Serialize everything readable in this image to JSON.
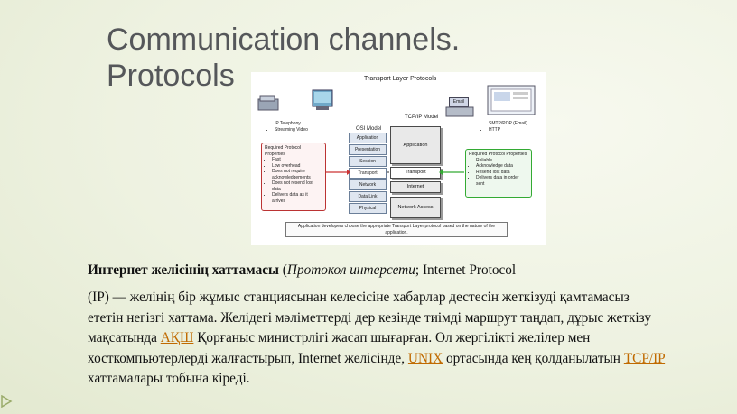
{
  "title": {
    "line1": "Communication channels.",
    "line2": "Protocols"
  },
  "diagram": {
    "title": "Transport Layer Protocols",
    "tcpip_title": "TCP/IP Model",
    "osi_title": "OSI Model",
    "osi_layers": [
      "Application",
      "Presentation",
      "Session",
      "Transport",
      "Network",
      "Data Link",
      "Physical"
    ],
    "tcpip_layers": [
      "Application",
      "Transport",
      "Internet",
      "Network Access"
    ],
    "left_apps": [
      "IP Telephony",
      "Streaming Video"
    ],
    "right_apps": [
      "SMTP/POP (Email)",
      "HTTP"
    ],
    "email_label": "Email",
    "left_box_title": "Required Protocol Properties",
    "left_box_items": [
      "Fast",
      "Low overhead",
      "Does not require acknowledgements",
      "Does not resend lost data",
      "Delivers data as it arrives"
    ],
    "right_box_title": "Required Protocol Properties",
    "right_box_items": [
      "Reliable",
      "Acknowledge data",
      "Resend lost data",
      "Delivers data in order sent"
    ],
    "note": "Application developers choose the appropriate Transport Layer protocol based on the nature of the application."
  },
  "body": {
    "p1_bold": "Интернет желісінің хаттамасы",
    "p1_open": " (",
    "p1_italic": "Протокол интерсети",
    "p1_rest": "; Internet Protocol",
    "p2_part1": "(IP) — желінің бір жұмыс станциясынан келесісіне хабарлар дестесін жеткізуді қамтамасыз ететін негізгі хаттама. Желідегі мәліметтерді дер кезінде тиімді маршрут таңдап, дұрыс жеткізу мақсатында ",
    "link_usa": "АҚШ",
    "p2_part2": " Қорғаныс министрлігі жасап шығарған. Ол жергілікті желілер мен хосткомпьютерлерді жалғастырып, Internet желісінде, ",
    "link_unix": "UNIX",
    "p2_part3": " ортасында кең қолданылатын ",
    "link_tcpip": "TCP/IP",
    "p2_part4": " хаттамалары тобына кіреді."
  }
}
